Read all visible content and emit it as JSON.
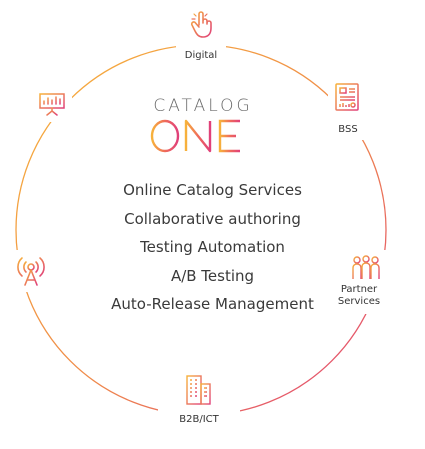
{
  "colors": {
    "gradient_start": "#f7b23b",
    "gradient_mid": "#ef6b5b",
    "gradient_end": "#e0407a",
    "text_dark": "#333333",
    "logo_gray": "#6b6b6b"
  },
  "logo": {
    "top_text": "CATALOG",
    "main_text": "ONE"
  },
  "services": [
    "Online Catalog Services",
    "Collaborative authoring",
    "Testing Automation",
    "A/B Testing",
    "Auto-Release Management"
  ],
  "nodes": {
    "digital": {
      "label": "Digital",
      "icon": "hand-pointer-icon"
    },
    "bss": {
      "label": "BSS",
      "icon": "document-icon"
    },
    "partner": {
      "label_line1": "Partner",
      "label_line2": "Services",
      "icon": "people-icon"
    },
    "b2b": {
      "label": "B2B/ICT",
      "icon": "building-icon"
    },
    "iot": {
      "icon": "antenna-icon"
    },
    "analytics": {
      "icon": "presentation-board-icon"
    }
  }
}
